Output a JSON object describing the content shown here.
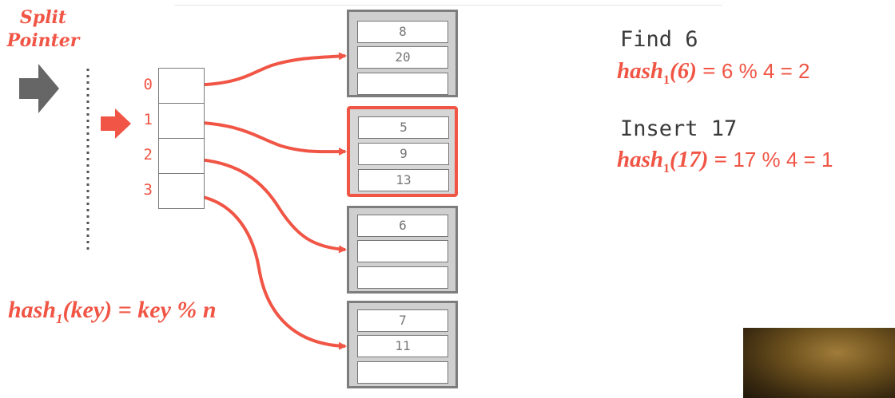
{
  "split_pointer": {
    "line1": "Split",
    "line2": "Pointer"
  },
  "directory": [
    {
      "index": "0"
    },
    {
      "index": "1"
    },
    {
      "index": "2"
    },
    {
      "index": "3"
    }
  ],
  "split_marker_at_index": 1,
  "buckets": [
    {
      "keys": [
        "8",
        "20",
        ""
      ],
      "highlighted": false
    },
    {
      "keys": [
        "5",
        "9",
        "13"
      ],
      "highlighted": true
    },
    {
      "keys": [
        "6",
        "",
        ""
      ],
      "highlighted": false
    },
    {
      "keys": [
        "7",
        "11",
        ""
      ],
      "highlighted": false
    }
  ],
  "directory_to_bucket": [
    0,
    1,
    2,
    3
  ],
  "operations": [
    {
      "title": "Find 6",
      "fn": "hash",
      "sub": "1",
      "arg": "(6)",
      "eq": " = ",
      "calc": " 6 % 4 = 2"
    },
    {
      "title": "Insert 17",
      "fn": "hash",
      "sub": "1",
      "arg": "(17)",
      "eq": " = ",
      "calc": " 17 % 4 = 1"
    }
  ],
  "hash_definition": {
    "fn": "hash",
    "sub": "1",
    "rest": "(key) = key % n"
  },
  "colors": {
    "accent": "#f05545",
    "bucket_fill": "#cfcfcf",
    "bucket_border": "#7d7d7d",
    "pointer_gray": "#666666"
  }
}
